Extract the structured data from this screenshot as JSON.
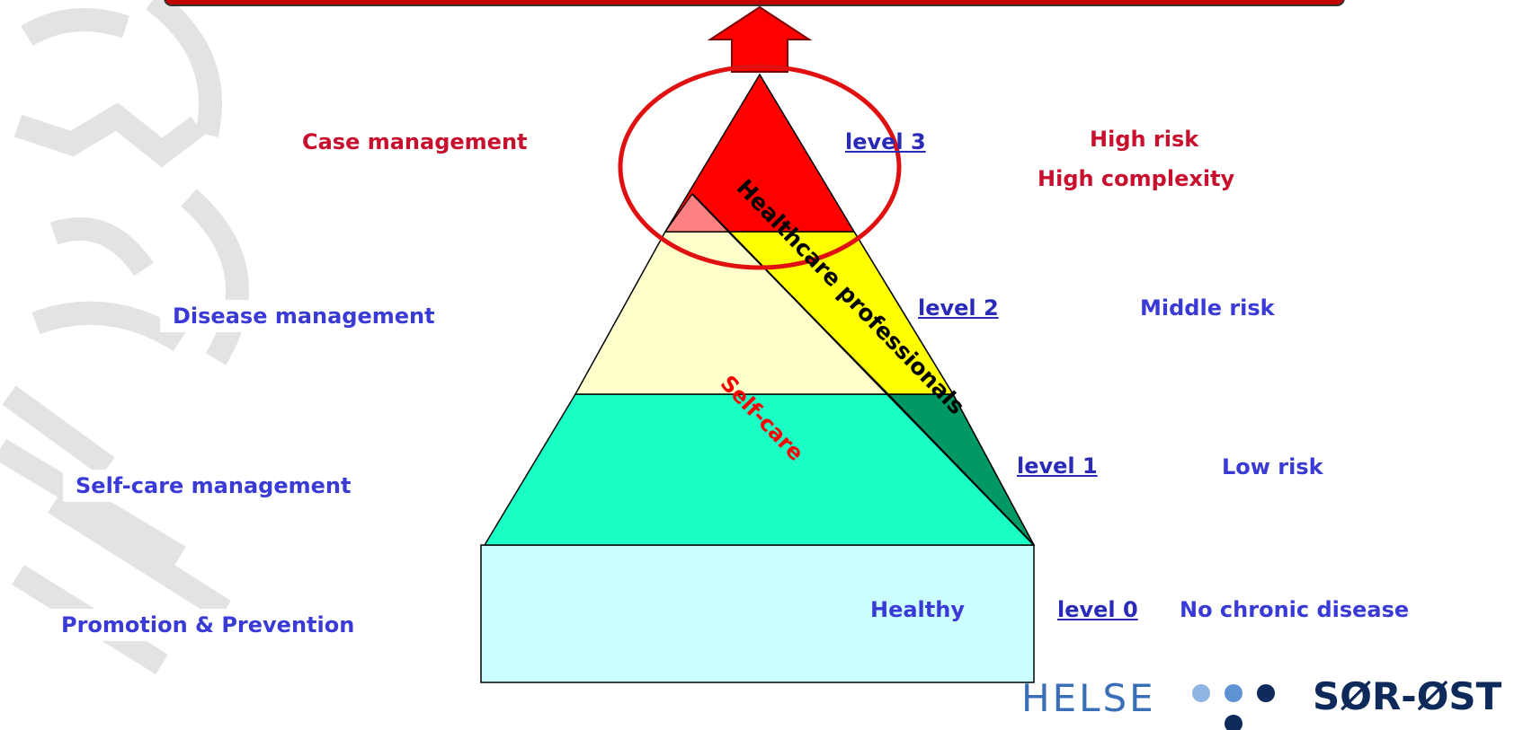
{
  "strategies": {
    "case": "Case management",
    "disease": "Disease management",
    "selfcare": "Self-care management",
    "promotion": "Promotion & Prevention"
  },
  "levels": {
    "l3": "level 3",
    "l2": "level 2",
    "l1": "level 1",
    "l0": "level 0"
  },
  "risks": {
    "high_risk": "High risk",
    "high_complexity": "High complexity",
    "middle": "Middle risk",
    "low": "Low risk",
    "none": "No chronic disease"
  },
  "pyramid": {
    "healthy": "Healthy",
    "healthcare_professionals": "Healthcare professionals",
    "self_care": "Self-care"
  },
  "logo": {
    "left": "HELSE",
    "right": "SØR-ØST"
  },
  "colors": {
    "level3": "#ff0000",
    "level3_light": "#ff8080",
    "level2": "#ffffcc",
    "level2_band": "#ffff00",
    "level1": "#19ffc6",
    "level1_band": "#009966",
    "level0": "#ccffff",
    "strategy_red": "#c8102e",
    "strategy_blue": "#3a3ad6"
  }
}
